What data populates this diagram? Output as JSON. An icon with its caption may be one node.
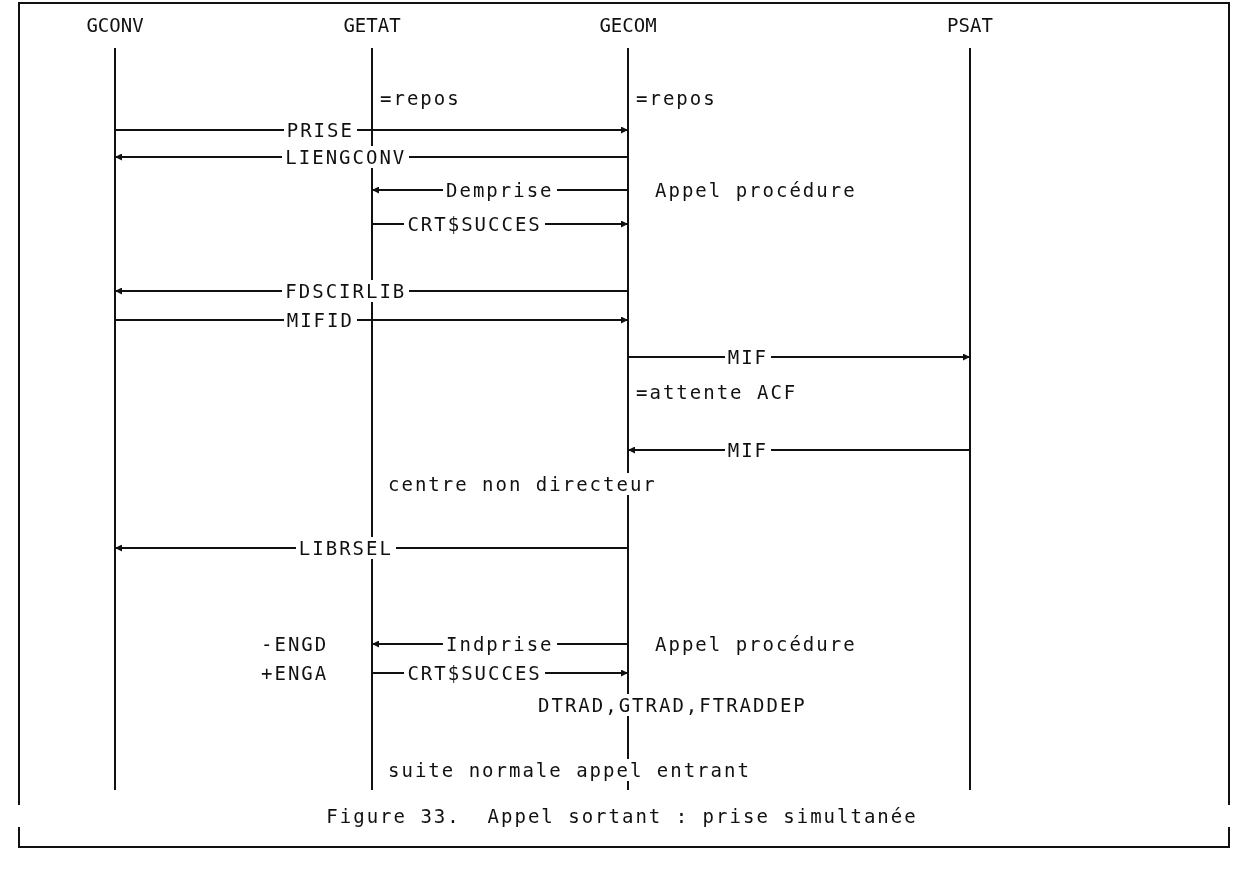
{
  "diagram": {
    "caption": "Figure 33.  Appel sortant : prise simultanée",
    "nodes": [
      {
        "text": [
          "GCONV"
        ]
      },
      {
        "text": [
          "GETAT"
        ]
      },
      {
        "text": [
          "GECOM"
        ]
      },
      {
        "text": [
          "PSAT"
        ]
      }
    ],
    "edges": [
      {
        "from": 0,
        "to": 2,
        "arrow": "to",
        "label": "PRISE"
      },
      {
        "from": 2,
        "to": 0,
        "arrow": "to",
        "label": "LIENGCONV"
      },
      {
        "from": 2,
        "to": 1,
        "arrow": "to",
        "label": "Demprise"
      },
      {
        "from": 1,
        "to": 2,
        "arrow": "to",
        "label": "CRT$SUCCES"
      },
      {
        "from": 2,
        "to": 0,
        "arrow": "to",
        "label": "FDSCIRLIB"
      },
      {
        "from": 0,
        "to": 2,
        "arrow": "to",
        "label": "MIFID"
      },
      {
        "from": 2,
        "to": 3,
        "arrow": "to",
        "label": "MIF"
      },
      {
        "from": 3,
        "to": 2,
        "arrow": "to",
        "label": "MIF"
      },
      {
        "from": 2,
        "to": 0,
        "arrow": "to",
        "label": "LIBRSEL"
      },
      {
        "from": 2,
        "to": 1,
        "arrow": "to",
        "label": "Indprise"
      },
      {
        "from": 1,
        "to": 2,
        "arrow": "to",
        "label": "CRT$SUCCES"
      }
    ],
    "labels": [
      "=repos",
      "=repos",
      "Appel procédure",
      "=attente ACF",
      "centre non directeur",
      "-ENGD",
      "+ENGA",
      "Appel procédure",
      "DTRAD,GTRAD,FTRADDEP",
      "suite normale appel entrant"
    ]
  }
}
